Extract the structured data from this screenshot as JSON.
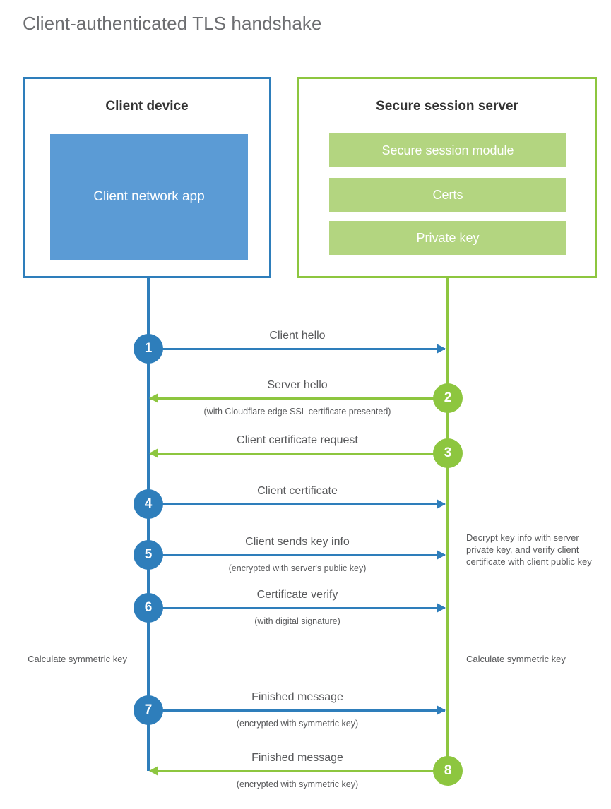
{
  "title": "Client-authenticated TLS handshake",
  "colors": {
    "client_blue": "#2e7ebb",
    "client_app_fill": "#5b9bd5",
    "server_green": "#8dc63f",
    "server_bar_fill": "#b3d580",
    "text_gray": "#58595b",
    "heading_gray": "#6d6e71",
    "entity_title": "#333333",
    "background": "#ffffff"
  },
  "entities": {
    "client": {
      "title": "Client device",
      "component": "Client network app"
    },
    "server": {
      "title": "Secure session server",
      "components": [
        "Secure session module",
        "Certs",
        "Private key"
      ]
    }
  },
  "steps": [
    {
      "number": "1",
      "label": "Client hello",
      "sublabel": "",
      "direction": "client-to-server",
      "actor": "client"
    },
    {
      "number": "2",
      "label": "Server hello",
      "sublabel": "(with Cloudflare edge SSL certificate presented)",
      "direction": "server-to-client",
      "actor": "server"
    },
    {
      "number": "3",
      "label": "Client certificate request",
      "sublabel": "",
      "direction": "server-to-client",
      "actor": "server"
    },
    {
      "number": "4",
      "label": "Client certificate",
      "sublabel": "",
      "direction": "client-to-server",
      "actor": "client"
    },
    {
      "number": "5",
      "label": "Client sends key info",
      "sublabel": "(encrypted with server's public key)",
      "direction": "client-to-server",
      "actor": "client"
    },
    {
      "number": "6",
      "label": "Certificate verify",
      "sublabel": "(with digital signature)",
      "direction": "client-to-server",
      "actor": "client"
    },
    {
      "number": "7",
      "label": "Finished message",
      "sublabel": "(encrypted with symmetric key)",
      "direction": "client-to-server",
      "actor": "client"
    },
    {
      "number": "8",
      "label": "Finished message",
      "sublabel": "(encrypted with symmetric key)",
      "direction": "server-to-client",
      "actor": "server"
    }
  ],
  "annotations": {
    "server_decrypt": "Decrypt key info with server private key, and verify client certificate with client public key",
    "calculate_symmetric_key_client": "Calculate symmetric key",
    "calculate_symmetric_key_server": "Calculate symmetric key"
  }
}
